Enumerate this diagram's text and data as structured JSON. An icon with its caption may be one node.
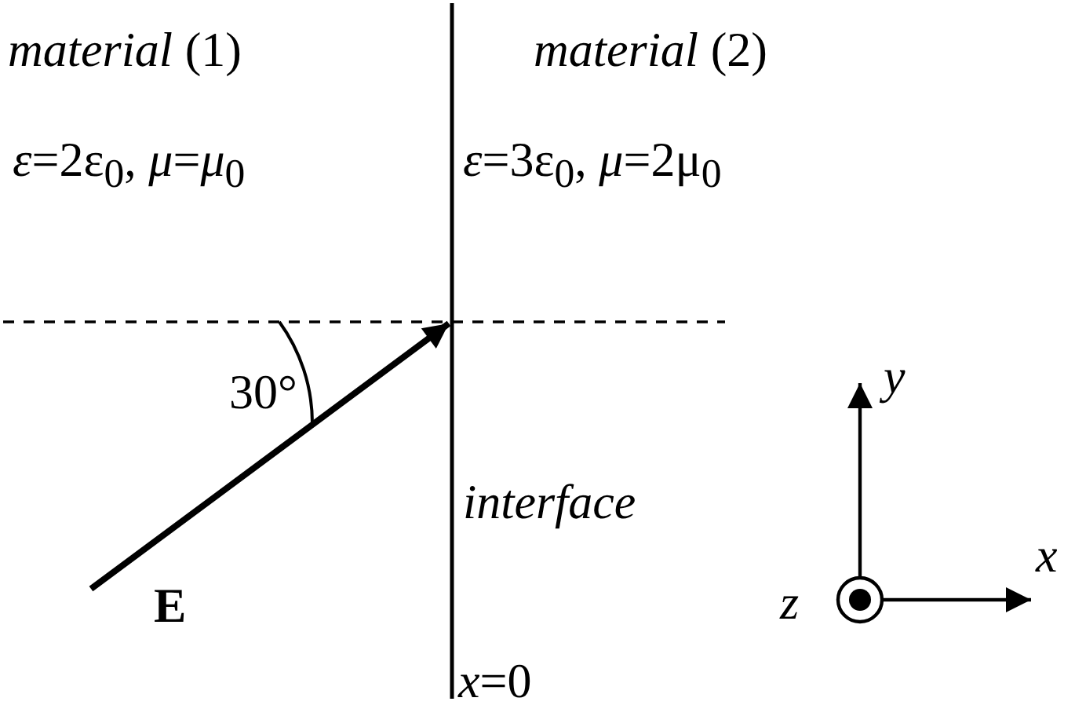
{
  "diagram": {
    "labels": [
      "*material* (1)",
      "*ε*=2ε$_{0}$,  *μ*=*μ*$_{0}$",
      "*material* (2)",
      "*ε*=3ε$_{0}$,  *μ*=2μ$_{0}$",
      "30°",
      "E",
      "interface",
      "*x*=0",
      "y",
      "x",
      "z"
    ]
  }
}
